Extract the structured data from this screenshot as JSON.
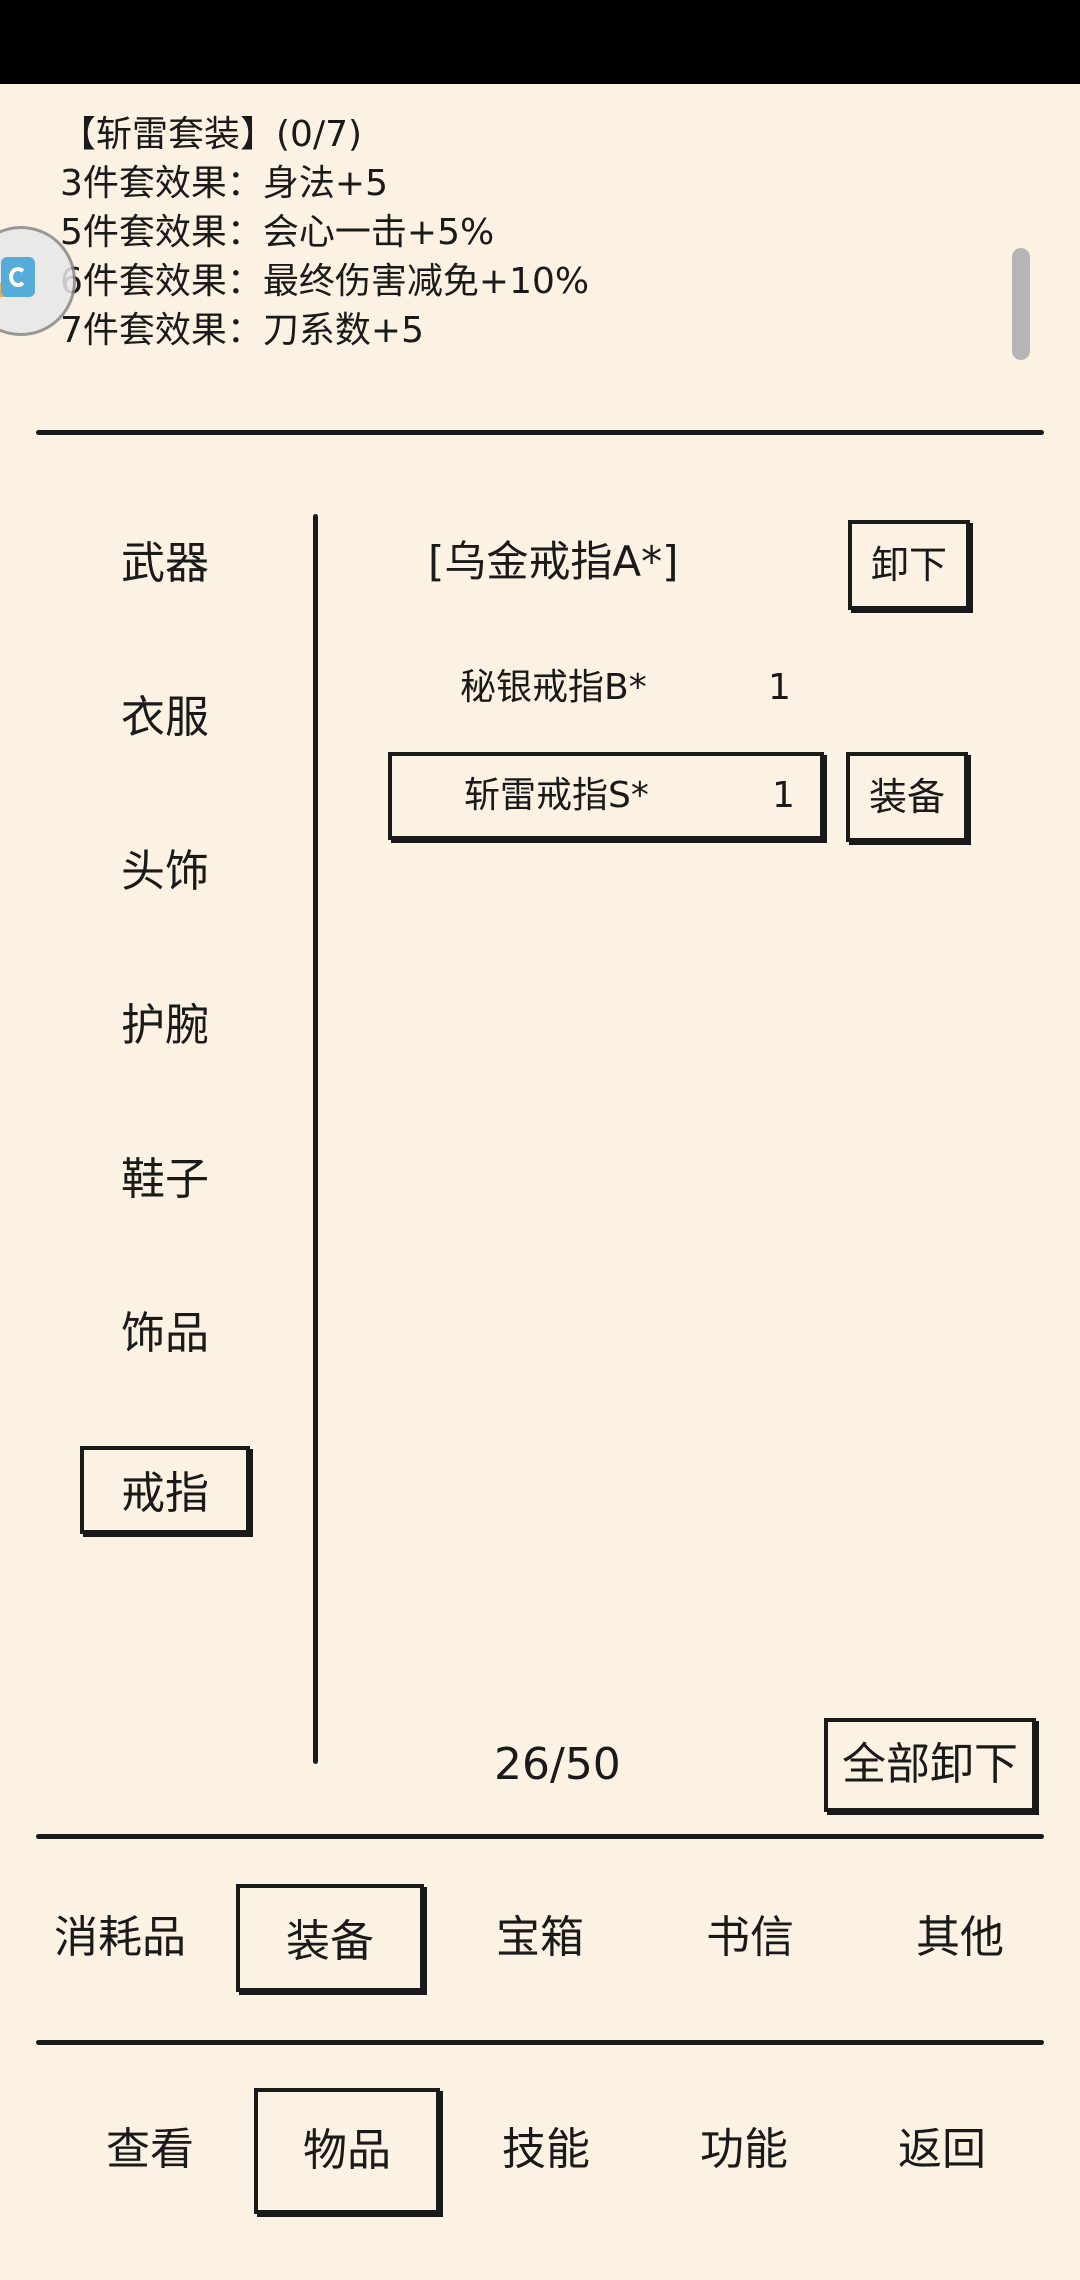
{
  "set_bonus": {
    "title": "【斩雷套装】(0/7)",
    "lines": [
      "3件套效果：身法+5",
      "5件套效果：会心一击+5%",
      "6件套效果：最终伤害减免+10%",
      "7件套效果：刀系数+5"
    ]
  },
  "categories": [
    {
      "label": "武器",
      "selected": false
    },
    {
      "label": "衣服",
      "selected": false
    },
    {
      "label": "头饰",
      "selected": false
    },
    {
      "label": "护腕",
      "selected": false
    },
    {
      "label": "鞋子",
      "selected": false
    },
    {
      "label": "饰品",
      "selected": false
    },
    {
      "label": "戒指",
      "selected": true
    }
  ],
  "equipped": {
    "name": "[乌金戒指A*]",
    "unequip_label": "卸下"
  },
  "items": [
    {
      "name": "秘银戒指B*",
      "count": "1",
      "selected": false
    },
    {
      "name": "斩雷戒指S*",
      "count": "1",
      "selected": true,
      "action_label": "装备"
    }
  ],
  "inventory": {
    "count_text": "26/50",
    "unequip_all_label": "全部卸下"
  },
  "item_tabs": [
    {
      "label": "消耗品",
      "selected": false
    },
    {
      "label": "装备",
      "selected": true
    },
    {
      "label": "宝箱",
      "selected": false
    },
    {
      "label": "书信",
      "selected": false
    },
    {
      "label": "其他",
      "selected": false
    }
  ],
  "main_nav": [
    {
      "label": "查看",
      "selected": false
    },
    {
      "label": "物品",
      "selected": true
    },
    {
      "label": "技能",
      "selected": false
    },
    {
      "label": "功能",
      "selected": false
    },
    {
      "label": "返回",
      "selected": false
    }
  ]
}
